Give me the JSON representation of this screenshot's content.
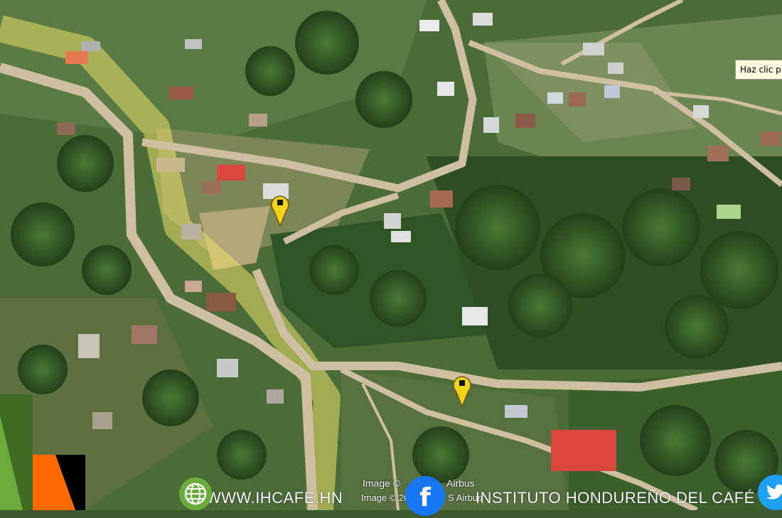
{
  "tooltip": {
    "text": "Haz clic p"
  },
  "attribution": {
    "line1": "Image ©",
    "line1b": "Airbus",
    "line2": "Image © 20",
    "line2b": "S Airbus"
  },
  "footer": {
    "website": "WWW.IHCAFE.HN",
    "institute": "INSTITUTO HONDUREÑO DEL CAFÉ",
    "facebook_glyph": "f",
    "icons": [
      "globe-icon",
      "facebook-icon",
      "twitter-icon"
    ]
  },
  "markers": [
    "placemark-pin-1",
    "placemark-pin-2"
  ],
  "colors": {
    "pin": "#f2d31b",
    "roof_red": "#d9463b",
    "road": "#cdbfa0",
    "highlight": "#e8e06a",
    "logo_green": "#6aab3c",
    "logo_orange": "#ff6a00",
    "twitter": "#1da1f2",
    "facebook": "#1877f2"
  }
}
